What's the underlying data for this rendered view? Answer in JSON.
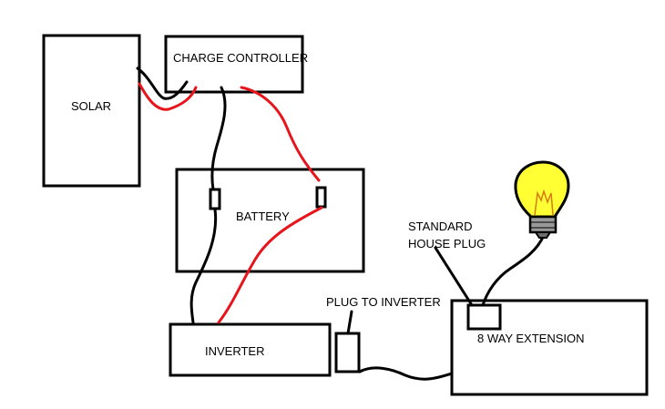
{
  "components": {
    "solar": "SOLAR",
    "charge_controller": "CHARGE CONTROLLER",
    "battery": "BATTERY",
    "inverter": "INVERTER",
    "extension": "8 WAY EXTENSION"
  },
  "annotations": {
    "standard_plug_line1": "STANDARD",
    "standard_plug_line2": "HOUSE PLUG",
    "plug_to_inverter": "PLUG TO INVERTER"
  },
  "colors": {
    "positive_wire": "#e8141c",
    "negative_wire": "#000000",
    "bulb_glass": "#ffff33",
    "bulb_base": "#9a9a9a"
  },
  "icons": {
    "bulb": "light-bulb-icon"
  }
}
